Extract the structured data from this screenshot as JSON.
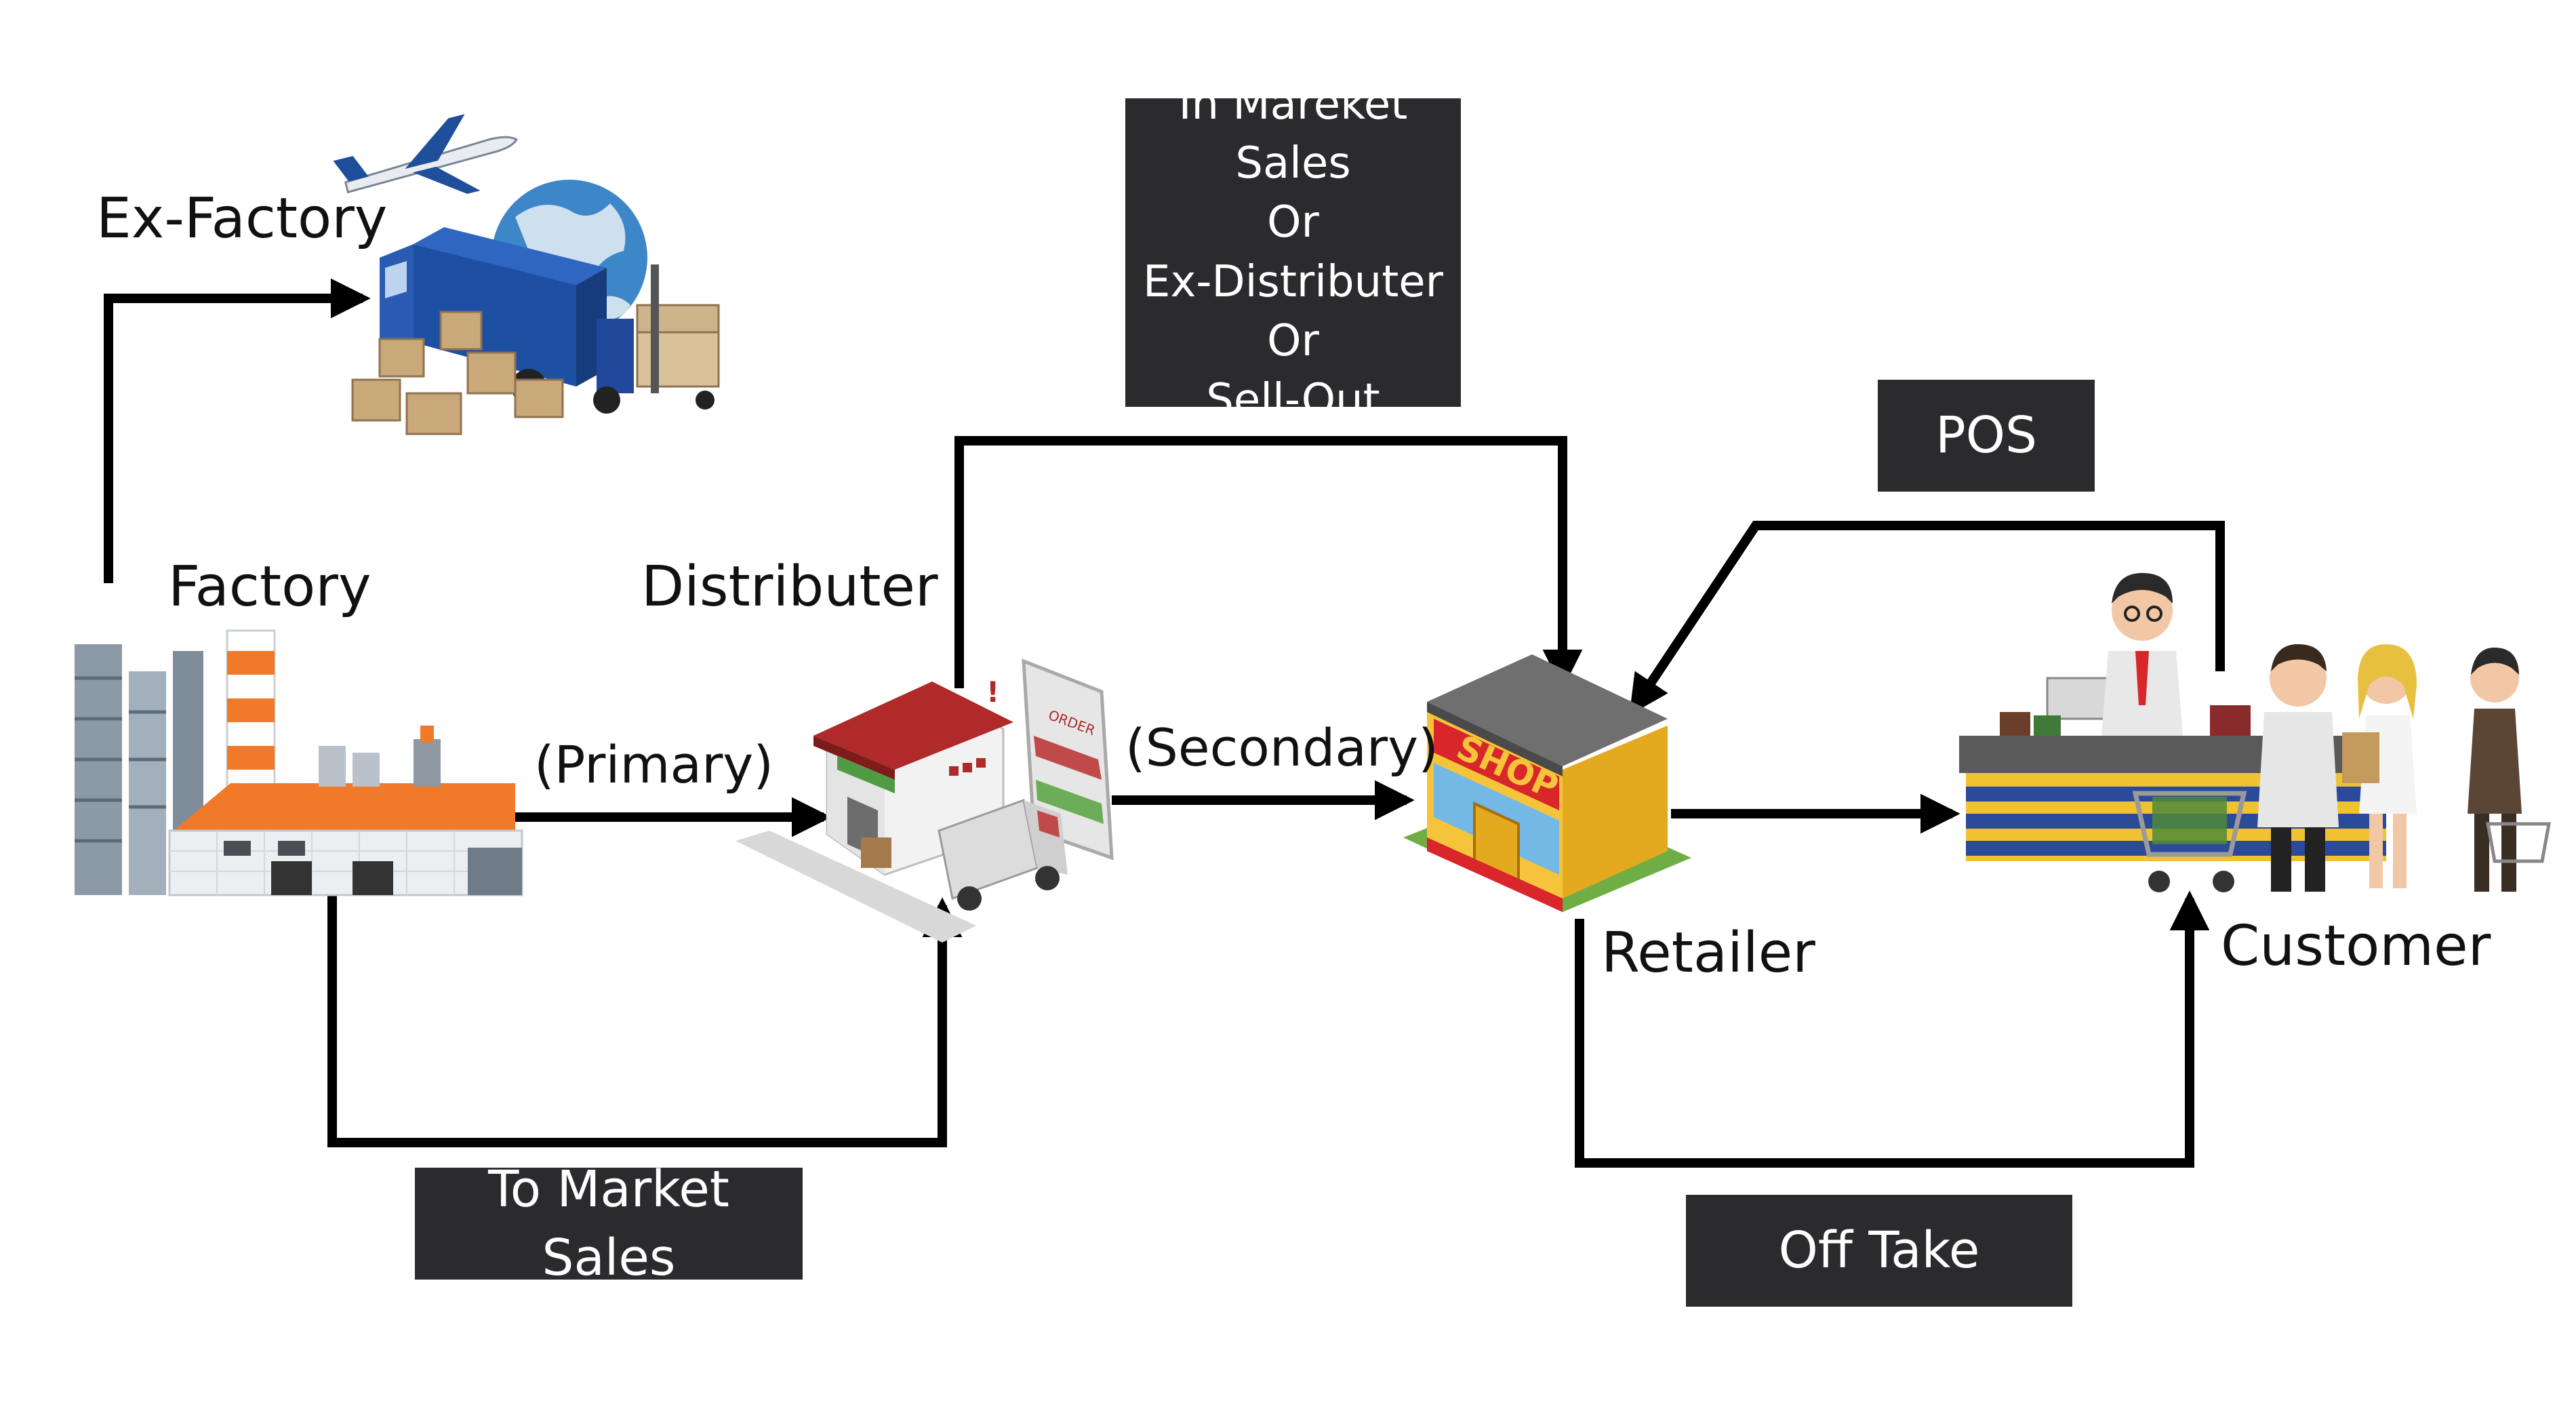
{
  "nodes": {
    "ex_factory": "Ex-Factory",
    "factory": "Factory",
    "distributer": "Distributer",
    "retailer": "Retailer",
    "customer": "Customer"
  },
  "edges": {
    "primary": "(Primary)",
    "secondary": "(Secondary)"
  },
  "boxes": {
    "in_market": [
      "In Mareket Sales",
      "Or",
      "Ex-Distributer",
      "Or",
      "Sell-Out"
    ],
    "pos": "POS",
    "to_market": "To Market Sales",
    "off_take": "Off Take"
  },
  "illustrations": {
    "shop_sign": "SHOP",
    "order_sign": "ORDER"
  },
  "colors": {
    "box_bg": "#2b2b2e",
    "box_text": "#ffffff",
    "arrow": "#000000",
    "factory_orange": "#f07a2a",
    "shop_yellow": "#f6c43a",
    "warehouse_red": "#b02a2a"
  }
}
